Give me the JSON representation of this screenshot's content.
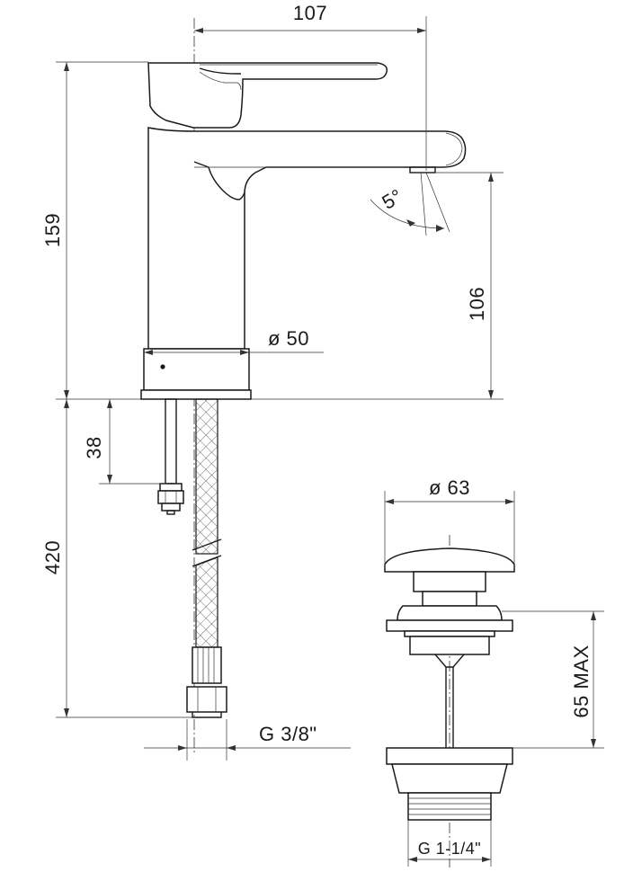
{
  "dimensions": {
    "spout_reach": "107",
    "total_height": "159",
    "spout_height": "106",
    "spout_angle": "5°",
    "body_diameter": "ø 50",
    "rod_length": "38",
    "hose_length": "420",
    "hose_thread": "G  3/8\"",
    "waste_cap_diameter": "ø 63",
    "waste_max_height": "65 MAX",
    "waste_thread": "G  1-1/4\""
  }
}
